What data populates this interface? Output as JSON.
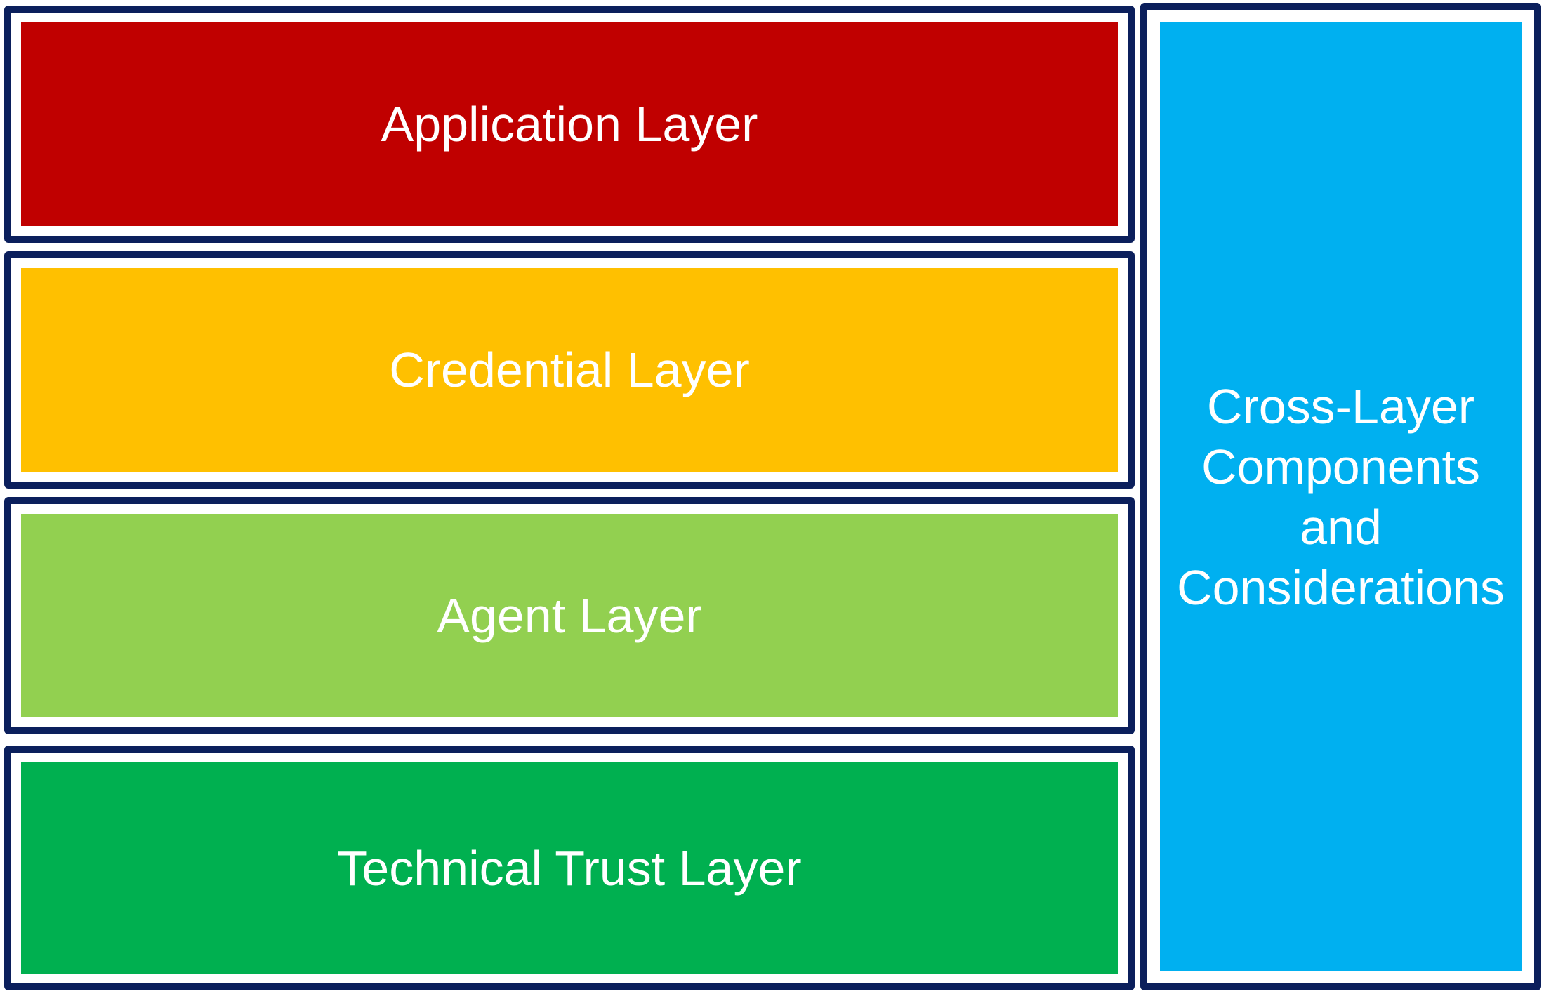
{
  "layers": [
    {
      "label": "Application Layer",
      "color": "#c00000"
    },
    {
      "label": "Credential Layer",
      "color": "#ffc000"
    },
    {
      "label": "Agent Layer",
      "color": "#92d050"
    },
    {
      "label": "Technical Trust Layer",
      "color": "#00b050"
    }
  ],
  "cross_layer": {
    "label": "Cross-Layer\nComponents\nand\nConsiderations",
    "color": "#00b0f0"
  },
  "border_color": "#0b1f5c"
}
